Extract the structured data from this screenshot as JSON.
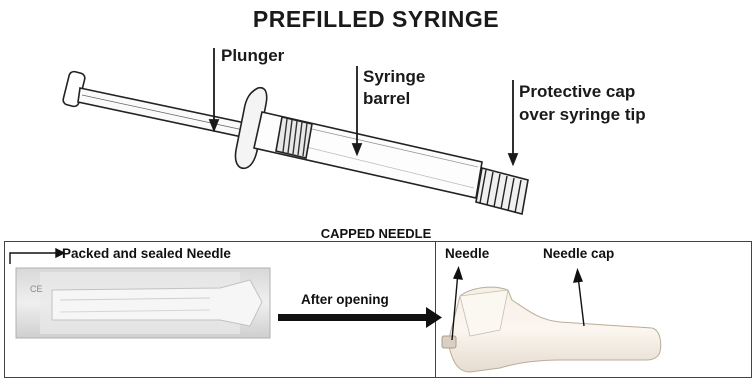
{
  "title": "PREFILLED SYRINGE",
  "labels": {
    "plunger": "Plunger",
    "barrel_line1": "Syringe",
    "barrel_line2": "barrel",
    "cap_line1": "Protective cap",
    "cap_line2": "over syringe tip"
  },
  "capped_needle": {
    "title": "CAPPED NEEDLE",
    "packed_label": "Packed and sealed Needle",
    "after_opening": "After opening",
    "needle_label": "Needle",
    "needle_cap_label": "Needle cap"
  }
}
